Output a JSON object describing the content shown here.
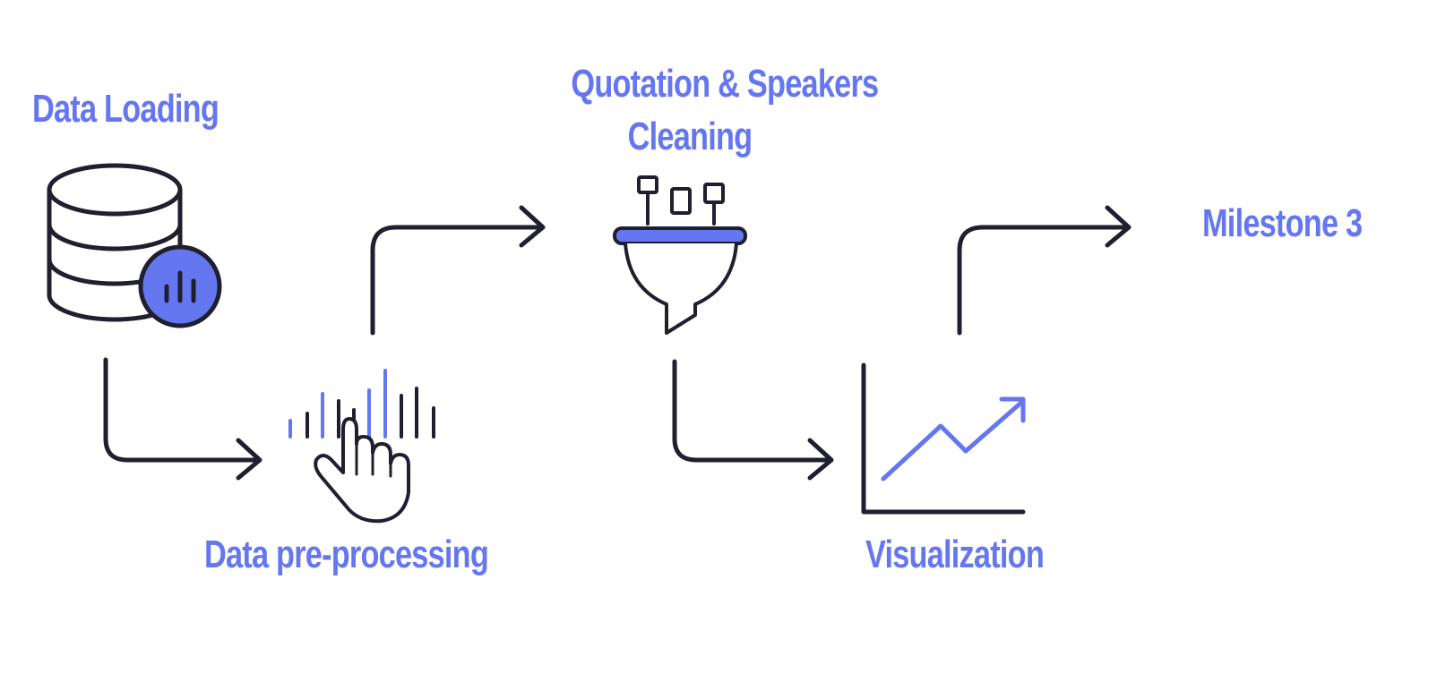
{
  "steps": {
    "data_loading": "Data Loading",
    "preprocessing": "Data pre-processing",
    "cleaning_line1": "Quotation & Speakers",
    "cleaning_line2": "Cleaning",
    "visualization": "Visualization",
    "milestone": "Milestone 3"
  },
  "icons": {
    "data_loading": "database-chart-icon",
    "preprocessing": "hand-soundwave-icon",
    "cleaning": "funnel-filter-icon",
    "visualization": "line-chart-icon"
  },
  "colors": {
    "accent": "#6477f0",
    "stroke": "#1f1f2e",
    "background": "#ffffff"
  }
}
